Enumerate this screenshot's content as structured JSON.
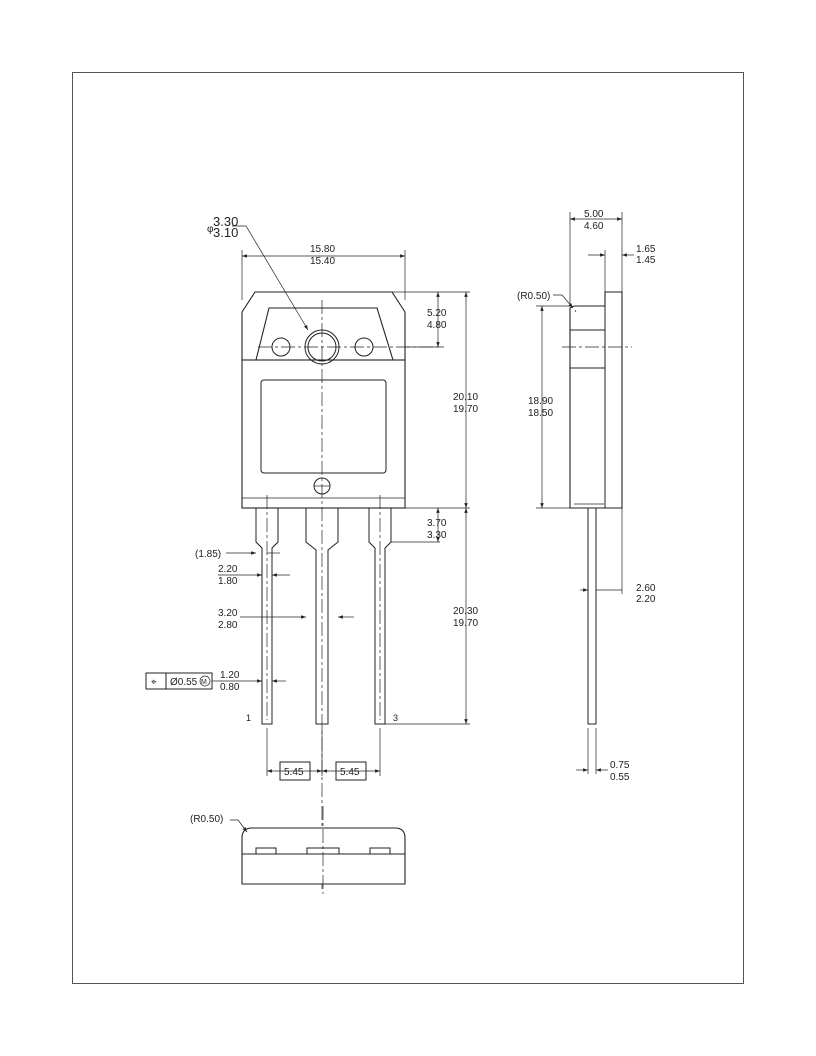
{
  "front_view": {
    "hole_diameter": {
      "symbol": "φ",
      "max": "3.30",
      "min": "3.10"
    },
    "body_width": {
      "max": "15.80",
      "min": "15.40"
    },
    "tab_height": {
      "max": "5.20",
      "min": "4.80"
    },
    "body_height": {
      "max": "20.10",
      "min": "19.70"
    },
    "lead_shoulder": {
      "max": "3.70",
      "min": "3.30"
    },
    "lead_offset_ref": "(1.85)",
    "lead_width_upper": {
      "max": "2.20",
      "min": "1.80"
    },
    "center_lead_width": {
      "max": "3.20",
      "min": "2.80"
    },
    "lead_length": {
      "max": "20.30",
      "min": "19.70"
    },
    "lead_width_lower": {
      "max": "1.20",
      "min": "0.80"
    },
    "position_tolerance": {
      "symbol": "⌖",
      "value": "Ø0.55",
      "modifier": "M"
    },
    "pin_1_label": "1",
    "pin_3_label": "3",
    "pitch_left": "5.45",
    "pitch_right": "5.45"
  },
  "side_view": {
    "thickness": {
      "max": "5.00",
      "min": "4.60"
    },
    "tab_thickness": {
      "max": "1.65",
      "min": "1.45"
    },
    "corner_radius": "(R0.50)",
    "body_length": {
      "max": "18.90",
      "min": "18.50"
    },
    "lead_offset": {
      "max": "2.60",
      "min": "2.20"
    },
    "lead_thickness": {
      "max": "0.75",
      "min": "0.55"
    }
  },
  "bottom_view": {
    "corner_radius": "(R0.50)"
  }
}
